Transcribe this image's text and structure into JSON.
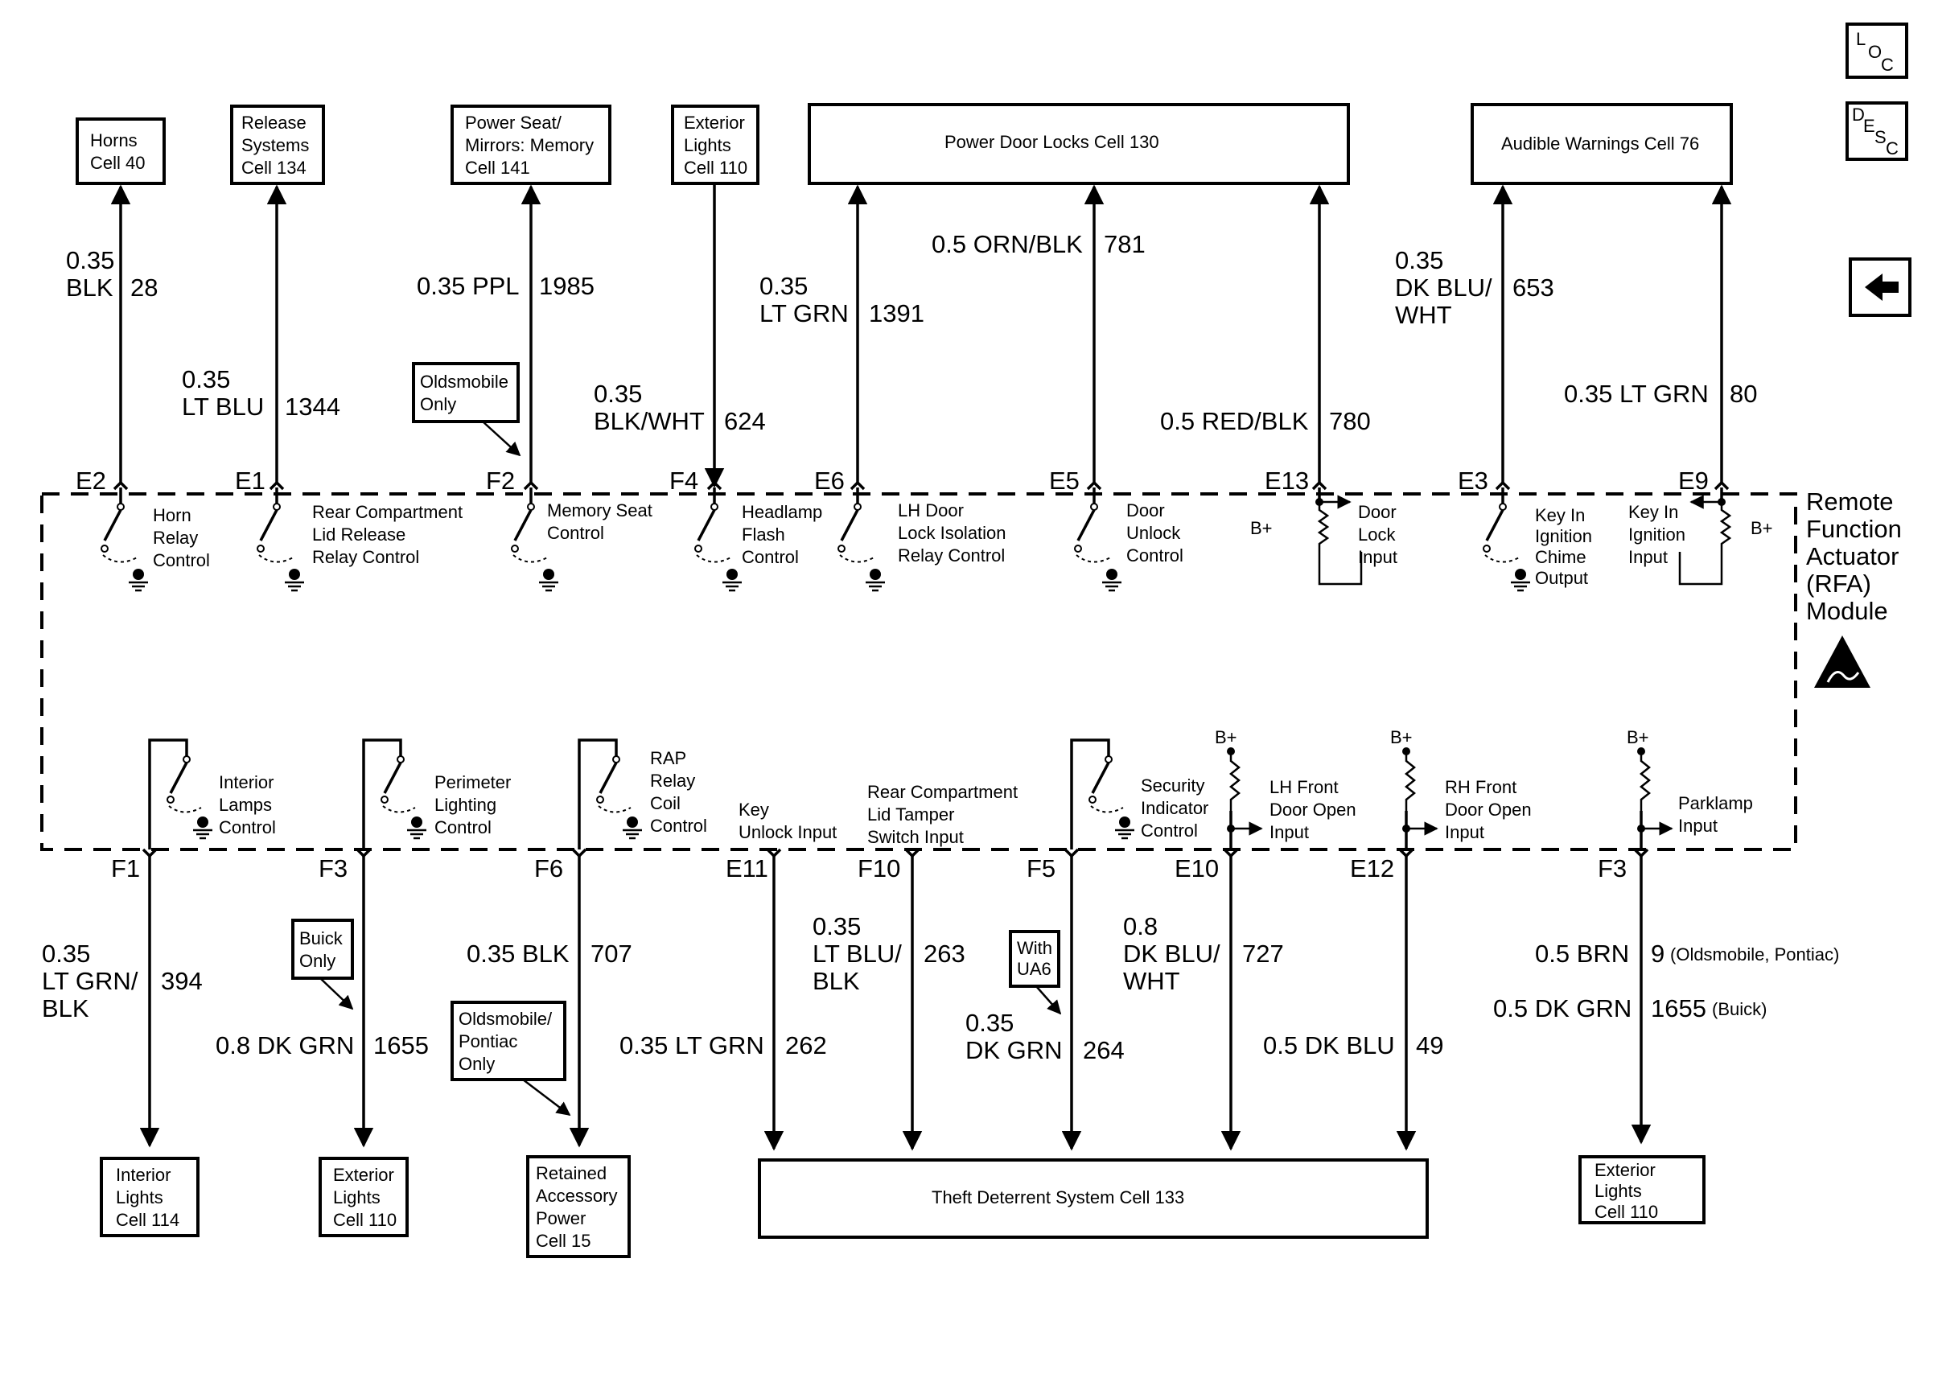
{
  "nav": {
    "loc": [
      "L",
      "O",
      "C"
    ],
    "desc": [
      "D",
      "E",
      "S",
      "C"
    ]
  },
  "module": {
    "title": [
      "Remote",
      "Function",
      "Actuator",
      "(RFA)",
      "Module"
    ],
    "bplus": "B+"
  },
  "top": [
    {
      "box": [
        "Horns",
        "Cell 40"
      ],
      "gauge": [
        "0.35",
        "BLK"
      ],
      "circuit": "28",
      "pin": "E2",
      "func": [
        "Horn",
        "Relay",
        "Control"
      ],
      "kind": "switch",
      "dir": "up"
    },
    {
      "box": [
        "Release",
        "Systems",
        "Cell 134"
      ],
      "gauge": [
        "0.35",
        "LT BLU"
      ],
      "circuit": "1344",
      "pin": "E1",
      "func": [
        "Rear Compartment",
        "Lid Release",
        "Relay Control"
      ],
      "kind": "switch",
      "dir": "up"
    },
    {
      "box": [
        "Power Seat/",
        "Mirrors: Memory",
        "Cell 141"
      ],
      "gauge": [
        "0.35 PPL"
      ],
      "circuit": "1985",
      "pin": "F2",
      "func": [
        "Memory Seat",
        "Control"
      ],
      "kind": "switch",
      "dir": "up",
      "note": [
        "Oldsmobile",
        "Only"
      ]
    },
    {
      "box": [
        "Exterior",
        "Lights",
        "Cell 110"
      ],
      "gauge": [
        "0.35",
        "BLK/WHT"
      ],
      "circuit": "624",
      "pin": "F4",
      "func": [
        "Headlamp",
        "Flash",
        "Control"
      ],
      "kind": "switch",
      "dir": "down"
    },
    {
      "box": [
        "Power Door Locks Cell 130"
      ],
      "gauge": [
        "0.35",
        "LT GRN"
      ],
      "circuit": "1391",
      "pin": "E6",
      "func": [
        "LH Door",
        "Lock Isolation",
        "Relay Control"
      ],
      "kind": "switch",
      "dir": "up"
    },
    {
      "gauge": [
        "0.5 ORN/BLK"
      ],
      "circuit": "781",
      "pin": "E5",
      "func": [
        "Door",
        "Unlock",
        "Control"
      ],
      "kind": "switch",
      "dir": "up"
    },
    {
      "gauge": [
        "0.5 RED/BLK"
      ],
      "circuit": "780",
      "pin": "E13",
      "func": [
        "Door",
        "Lock",
        "Input"
      ],
      "kind": "pullup",
      "dir": "up"
    },
    {
      "box": [
        "Audible Warnings Cell 76"
      ],
      "gauge": [
        "0.35",
        "DK BLU/",
        "WHT"
      ],
      "circuit": "653",
      "pin": "E3",
      "func": [
        "Key In",
        "Ignition",
        "Chime",
        "Output"
      ],
      "kind": "switch",
      "dir": "up"
    },
    {
      "gauge": [
        "0.35 LT GRN"
      ],
      "circuit": "80",
      "pin": "E9",
      "func": [
        "Key In",
        "Ignition",
        "Input"
      ],
      "kind": "pullup",
      "dir": "up"
    }
  ],
  "bottom": [
    {
      "box": [
        "Interior",
        "Lights",
        "Cell 114"
      ],
      "gauge": [
        "0.35",
        "LT GRN/",
        "BLK"
      ],
      "circuit": "394",
      "pin": "F1",
      "func": [
        "Interior",
        "Lamps",
        "Control"
      ],
      "kind": "switch"
    },
    {
      "box": [
        "Exterior",
        "Lights",
        "Cell 110"
      ],
      "gauge": [
        "0.8 DK GRN"
      ],
      "circuit": "1655",
      "pin": "F3",
      "func": [
        "Perimeter",
        "Lighting",
        "Control"
      ],
      "kind": "switch",
      "note": [
        "Buick",
        "Only"
      ]
    },
    {
      "box": [
        "Retained",
        "Accessory",
        "Power",
        "Cell 15"
      ],
      "gauge": [
        "0.35 BLK"
      ],
      "circuit": "707",
      "pin": "F6",
      "func": [
        "RAP",
        "Relay",
        "Coil",
        "Control"
      ],
      "kind": "switch",
      "note": [
        "Oldsmobile/",
        "Pontiac",
        "Only"
      ]
    },
    {
      "box": [
        "Theft Deterrent System Cell 133"
      ],
      "gauge": [
        "0.35 LT GRN"
      ],
      "circuit": "262",
      "pin": "E11",
      "func": [
        "Key",
        "Unlock Input"
      ],
      "kind": "plain"
    },
    {
      "gauge": [
        "0.35",
        "LT BLU/",
        "BLK"
      ],
      "circuit": "263",
      "pin": "F10",
      "func": [
        "Rear Compartment",
        "Lid Tamper",
        "Switch Input"
      ],
      "kind": "plain"
    },
    {
      "gauge": [
        "0.35",
        "DK GRN"
      ],
      "circuit": "264",
      "pin": "F5",
      "func": [
        "Security",
        "Indicator",
        "Control"
      ],
      "kind": "switch",
      "note": [
        "With",
        "UA6"
      ]
    },
    {
      "gauge": [
        "0.8",
        "DK BLU/",
        "WHT"
      ],
      "circuit": "727",
      "pin": "E10",
      "func": [
        "LH Front",
        "Door Open",
        "Input"
      ],
      "kind": "pullup"
    },
    {
      "gauge": [
        "0.5 DK BLU"
      ],
      "circuit": "49",
      "pin": "E12",
      "func": [
        "RH Front",
        "Door Open",
        "Input"
      ],
      "kind": "pullup"
    },
    {
      "box": [
        "Exterior",
        "Lights",
        "Cell 110"
      ],
      "gauge": [
        "0.5 BRN",
        "0.5 DK GRN"
      ],
      "circuit": "9",
      "circuit2": "1655",
      "variant": "(Oldsmobile, Pontiac)",
      "variant2": "(Buick)",
      "pin": "F3",
      "func": [
        "Parklamp",
        "Input"
      ],
      "kind": "pullup"
    }
  ]
}
